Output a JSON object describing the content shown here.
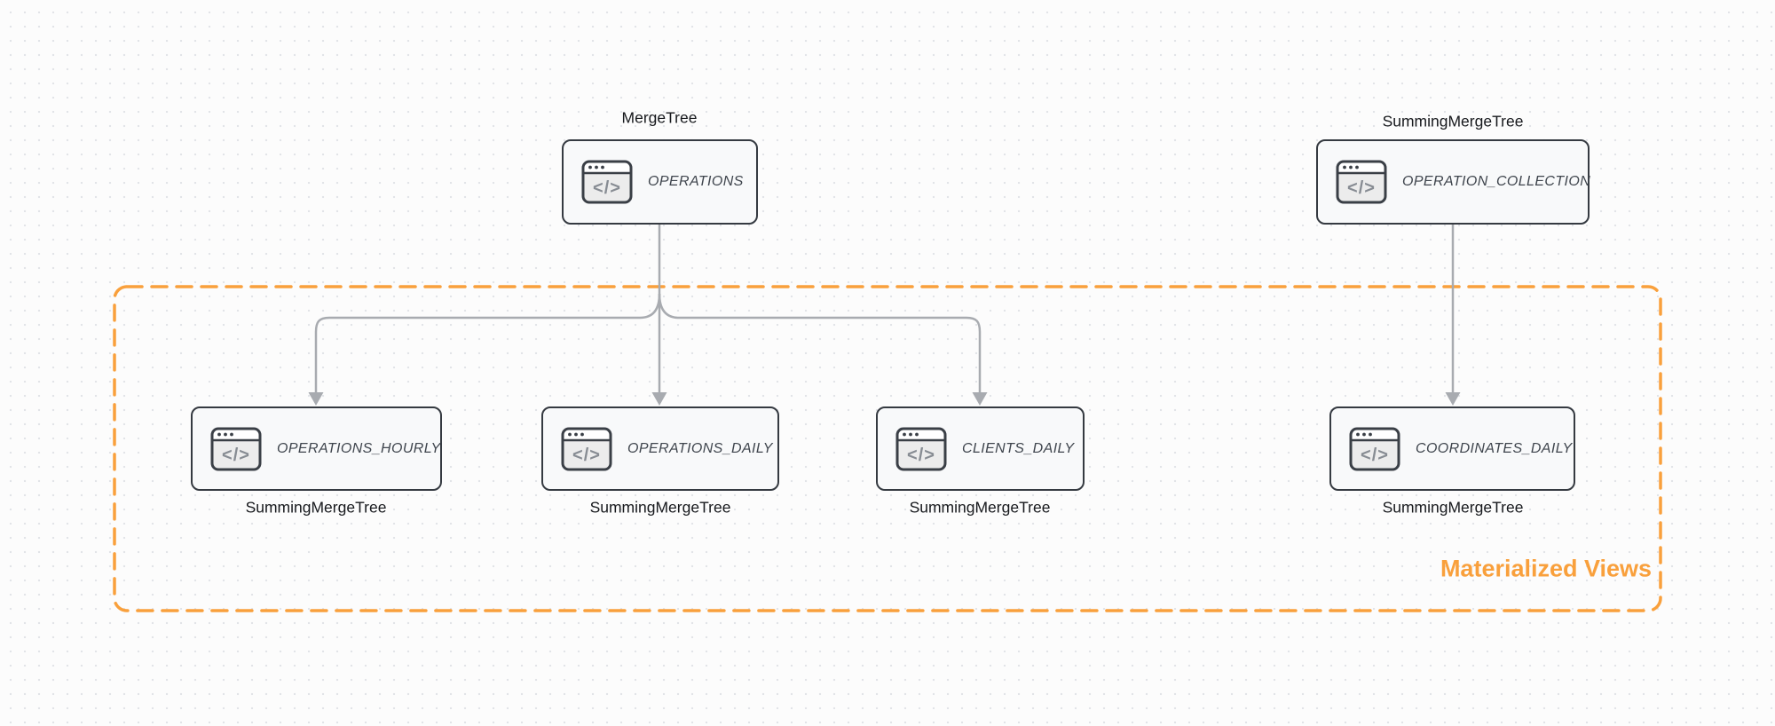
{
  "diagram": {
    "group_label": "Materialized Views",
    "icon_glyph": "</>",
    "nodes": [
      {
        "id": "operations",
        "title": "OPERATIONS",
        "engine": "MergeTree",
        "engine_label_position": "top"
      },
      {
        "id": "operation_collection",
        "title": "OPERATION_COLLECTION",
        "engine": "SummingMergeTree",
        "engine_label_position": "top"
      },
      {
        "id": "operations_hourly",
        "title": "OPERATIONS_HOURLY",
        "engine": "SummingMergeTree",
        "engine_label_position": "bottom"
      },
      {
        "id": "operations_daily",
        "title": "OPERATIONS_DAILY",
        "engine": "SummingMergeTree",
        "engine_label_position": "bottom"
      },
      {
        "id": "clients_daily",
        "title": "CLIENTS_DAILY",
        "engine": "SummingMergeTree",
        "engine_label_position": "bottom"
      },
      {
        "id": "coordinates_daily",
        "title": "COORDINATES_DAILY",
        "engine": "SummingMergeTree",
        "engine_label_position": "bottom"
      }
    ],
    "edges": [
      {
        "from": "OPERATIONS",
        "to": "OPERATIONS_HOURLY"
      },
      {
        "from": "OPERATIONS",
        "to": "OPERATIONS_DAILY"
      },
      {
        "from": "OPERATIONS",
        "to": "CLIENTS_DAILY"
      },
      {
        "from": "OPERATION_COLLECTION",
        "to": "COORDINATES_DAILY"
      }
    ],
    "colors": {
      "accent_orange": "#f9a03c",
      "arrow_gray": "#a8abb0",
      "node_border": "#353a41",
      "node_fill": "#f8f9fa",
      "node_title_text": "#3f454d",
      "engine_label_text": "#17191d",
      "canvas_background": "#fcfcfc",
      "dot_grid": "#e2e4e8"
    }
  }
}
